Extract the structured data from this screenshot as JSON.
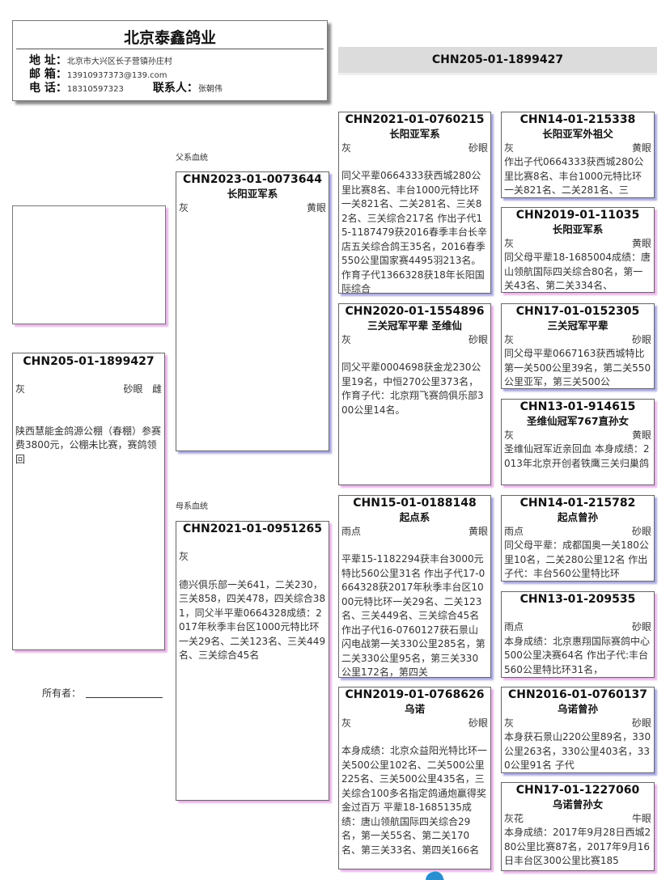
{
  "header": {
    "company": "北京泰鑫鸽业",
    "address_label": "地 址：",
    "address": "北京市大兴区长子营镇孙庄村",
    "email_label": "邮 箱：",
    "email": "13910937373@139.com",
    "phone_label": "电 话：",
    "phone": "18310597323",
    "contact_label": "联系人：",
    "contact": "张朝伟"
  },
  "banner": {
    "ring": "CHN205-01-1899427"
  },
  "labels": {
    "sire_line": "父系血统",
    "dam_line": "母系血统",
    "owner": "所有者："
  },
  "colors": {
    "blue_shadow": "#a9a9e0",
    "pink_shadow": "#e8b4e8",
    "banner": "#dcdcdc"
  },
  "subject": {
    "ring": "CHN205-01-1899427",
    "color": "灰",
    "eye": "砂眼",
    "sex": "雌",
    "text": "陕西慧能金鸽源公棚（春棚）参赛费3800元，公棚未比赛，赛鸽领回"
  },
  "cards": [
    {
      "ring": "CHN2023-01-0073644",
      "name": "长阳亚军系",
      "color": "灰",
      "eye": "黄眼",
      "text": ""
    },
    {
      "ring": "CHN2021-01-0951265",
      "name": "",
      "color": "灰",
      "eye": "",
      "text": "德兴俱乐部一关641，二关230，三关858，四关478，四关综合381，同父半平辈0664328成绩：2017年秋季丰台区1000元特比环一关29名、二关123名、三关449名、三关综合45名"
    },
    {
      "ring": "CHN2021-01-0760215",
      "name": "长阳亚军系",
      "color": "灰",
      "eye": "砂眼",
      "text": "同父平辈0664333获西城280公里比赛8名、丰台1000元特比环一关821名、二关281名、三关82名、三关综合217名 作出子代15-1187479获2016春季丰台长辛店五关综合鸽王35名，2016春季550公里国家赛4495羽213名。作育子代1366328获18年长阳国际综合"
    },
    {
      "ring": "CHN2020-01-1554896",
      "name": "三关冠军平辈 圣维仙",
      "color": "灰",
      "eye": "砂眼",
      "text": "同父平辈0004698获金龙230公里19名，中恒270公里373名，作育子代：北京翔飞赛鸽俱乐部300公里14名。"
    },
    {
      "ring": "CHN15-01-0188148",
      "name": "起点系",
      "color": "雨点",
      "eye": "黄眼",
      "text": "平辈15-1182294获丰台3000元特比560公里31名 作出子代17-0664328获2017年秋季丰台区1000元特比环一关29名、二关123名、三关449名、三关综合45名 作出子代16-0760127获石景山闪电战第一关330公里285名，第二关330公里95名，第三关330公里172名，第四关"
    },
    {
      "ring": "CHN2019-01-0768626",
      "name": "乌诺",
      "color": "灰",
      "eye": "砂眼",
      "text": "本身成绩：北京众益阳光特比环一关500公里102名、二关500公里225名、三关500公里435名，三关综合100多名指定鸽通炮赢得奖金过百万 平辈18-1685135成绩：唐山领航国际四关综合29名，第一关55名、第二关170名、第三关33名、第四关166名"
    },
    {
      "ring": "CHN14-01-215338",
      "name": "长阳亚军外祖父",
      "color": "灰",
      "eye": "黄眼",
      "text": "作出子代0664333获西城280公里比赛8名、丰台1000元特比环一关821名、二关281名、三"
    },
    {
      "ring": "CHN2019-01-11035",
      "name": "长阳亚军系",
      "color": "灰",
      "eye": "黄眼",
      "text": "同父母平辈18-1685004成绩：唐山领航国际四关综合80名，第一关43名、第二关334名、"
    },
    {
      "ring": "CHN17-01-0152305",
      "name": "三关冠军平辈",
      "color": "灰",
      "eye": "砂眼",
      "text": "同父母平辈0667163获西城特比第一关500公里39名，第二关550公里亚军，第三关500公"
    },
    {
      "ring": "CHN13-01-914615",
      "name": "圣维仙冠军767直孙女",
      "color": "灰",
      "eye": "黄眼",
      "text": "圣维仙冠军近亲回血 本身成绩：2013年北京开创者铁鹰三关归巢鸽"
    },
    {
      "ring": "CHN14-01-215782",
      "name": "起点曾孙",
      "color": "雨点",
      "eye": "砂眼",
      "text": "同父母平辈：成都国奥一关180公里10名，二关280公里12名 作出子代：丰台560公里特比环"
    },
    {
      "ring": "CHN13-01-209535",
      "name": "",
      "color": "雨点",
      "eye": "砂眼",
      "text": "本身成绩：北京惠翔国际赛鸽中心500公里决赛64名 作出子代:丰台560公里特比环31名，"
    },
    {
      "ring": "CHN2016-01-0760137",
      "name": "乌诺曾孙",
      "color": "灰",
      "eye": "砂眼",
      "text": "本身获石景山220公里89名，330公里263名，330公里403名，330公里91名 子代"
    },
    {
      "ring": "CHN17-01-1227060",
      "name": "乌诺曾孙女",
      "color": "灰花",
      "eye": "牛眼",
      "text": "本身成绩：2017年9月28日西城280公里比赛87名，2017年9月16日丰台区300公里比赛185"
    }
  ]
}
